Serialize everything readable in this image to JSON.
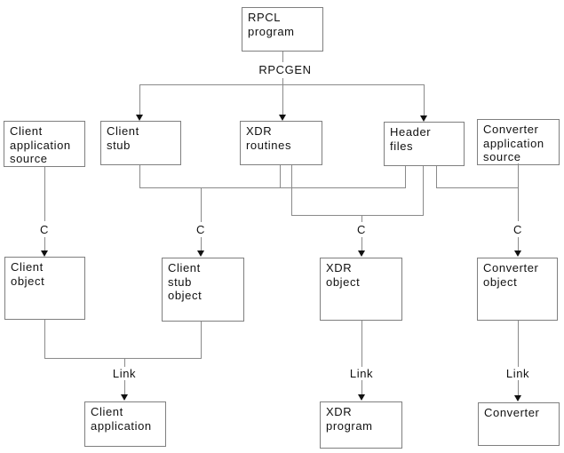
{
  "diagram": {
    "type": "flowchart",
    "background": "#ffffff",
    "colors": {
      "line": "#8a8a8a",
      "box_border": "#7f7f7f",
      "box_fill": "#ffffff",
      "arrowhead": "#111111",
      "text": "#111111"
    },
    "nodes": [
      {
        "id": "rpcl-program",
        "label": "RPCL\nprogram"
      },
      {
        "id": "client-application-source",
        "label": "Client\napplication\nsource"
      },
      {
        "id": "client-stub",
        "label": "Client\nstub"
      },
      {
        "id": "xdr-routines",
        "label": "XDR\nroutines"
      },
      {
        "id": "header-files",
        "label": "Header\nfiles"
      },
      {
        "id": "converter-application-source",
        "label": "Converter\napplication\nsource"
      },
      {
        "id": "client-object",
        "label": "Client\nobject"
      },
      {
        "id": "client-stub-object",
        "label": "Client\nstub\nobject"
      },
      {
        "id": "xdr-object",
        "label": "XDR\nobject"
      },
      {
        "id": "converter-object",
        "label": "Converter\nobject"
      },
      {
        "id": "client-application",
        "label": "Client\napplication"
      },
      {
        "id": "xdr-program",
        "label": "XDR\nprogram"
      },
      {
        "id": "converter",
        "label": "Converter"
      }
    ],
    "edge_labels": {
      "generator": "RPCGEN",
      "compile": [
        "C",
        "C",
        "C",
        "C"
      ],
      "link": [
        "Link",
        "Link",
        "Link"
      ]
    },
    "edges": [
      {
        "from": [
          "rpcl-program"
        ],
        "label": "RPCGEN",
        "to": [
          "client-stub",
          "xdr-routines",
          "header-files"
        ]
      },
      {
        "from": [
          "client-application-source"
        ],
        "label": "C",
        "to": [
          "client-object"
        ]
      },
      {
        "from": [
          "client-stub",
          "xdr-routines",
          "header-files"
        ],
        "label": "C",
        "to": [
          "client-stub-object"
        ]
      },
      {
        "from": [
          "xdr-routines",
          "header-files"
        ],
        "label": "C",
        "to": [
          "xdr-object"
        ]
      },
      {
        "from": [
          "header-files",
          "converter-application-source"
        ],
        "label": "C",
        "to": [
          "converter-object"
        ]
      },
      {
        "from": [
          "client-object",
          "client-stub-object"
        ],
        "label": "Link",
        "to": [
          "client-application"
        ]
      },
      {
        "from": [
          "xdr-object"
        ],
        "label": "Link",
        "to": [
          "xdr-program"
        ]
      },
      {
        "from": [
          "converter-object"
        ],
        "label": "Link",
        "to": [
          "converter"
        ]
      }
    ]
  }
}
